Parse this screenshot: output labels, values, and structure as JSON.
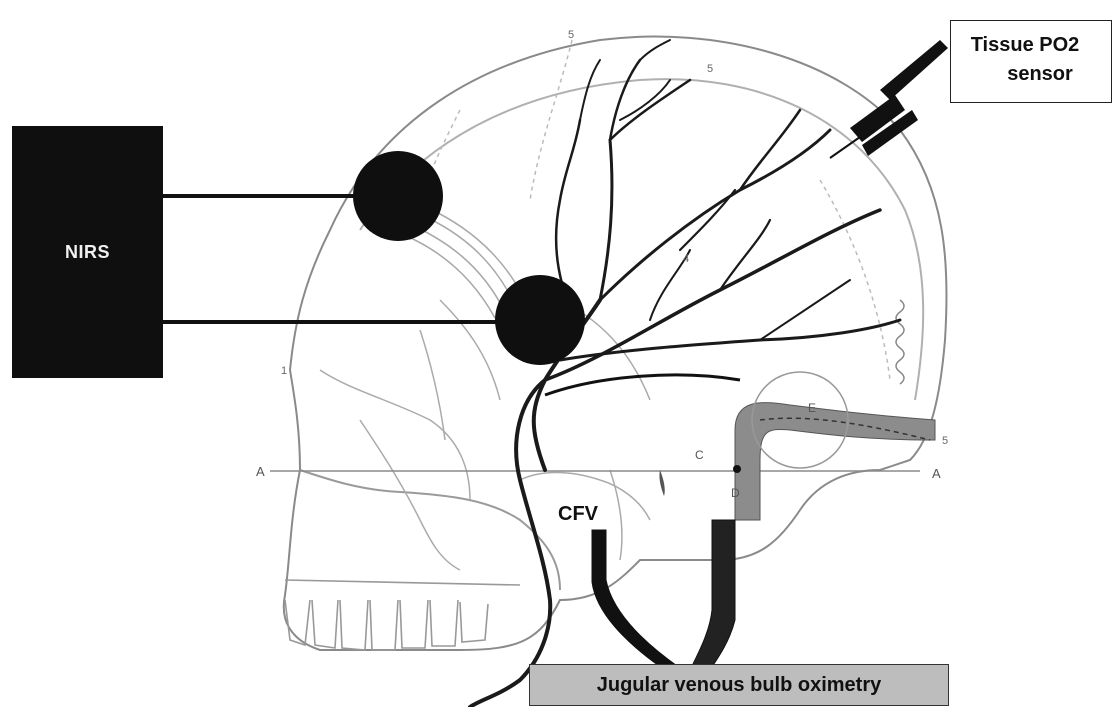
{
  "devices": {
    "nirs_label": "NIRS",
    "tissue_po2_line1": "Tissue PO2",
    "tissue_po2_line2": "sensor",
    "jugular_label": "Jugular venous bulb oximetry",
    "cfv_label": "CFV"
  },
  "anatomy_marks": {
    "line_start": "A",
    "line_end": "A",
    "point_c": "C",
    "point_d": "D",
    "point_e": "E",
    "num_1": "1",
    "num_4": "4",
    "num_5": "5",
    "num_5b": "5",
    "num_5c": "5"
  },
  "colors": {
    "device_fill": "#0f0f0f",
    "vein": "#111111",
    "sinus": "#7a7a7a",
    "sketch": "#9a9a9a",
    "jugular_box": "#bdbdbd"
  }
}
